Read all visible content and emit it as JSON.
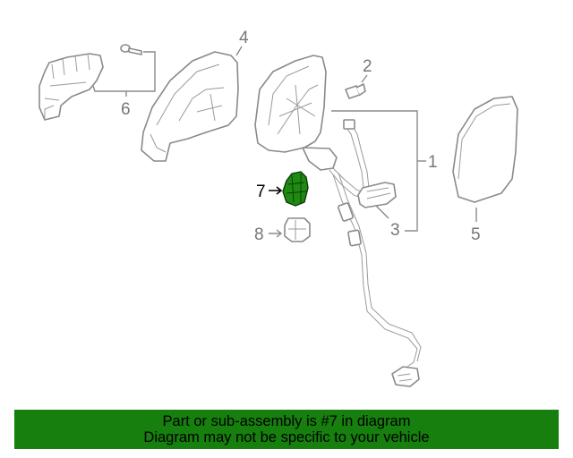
{
  "callouts": {
    "c1": "1",
    "c2": "2",
    "c3": "3",
    "c4": "4",
    "c5": "5",
    "c6": "6",
    "c7": "7",
    "c8": "8"
  },
  "banner": {
    "line1": "Part or sub-assembly is #7 in diagram",
    "line2": "Diagram may not be specific to your vehicle"
  },
  "colors": {
    "highlight_part": "#1f8a12",
    "banner_bg": "#167f0e",
    "line_art": "#8a8a8a"
  }
}
